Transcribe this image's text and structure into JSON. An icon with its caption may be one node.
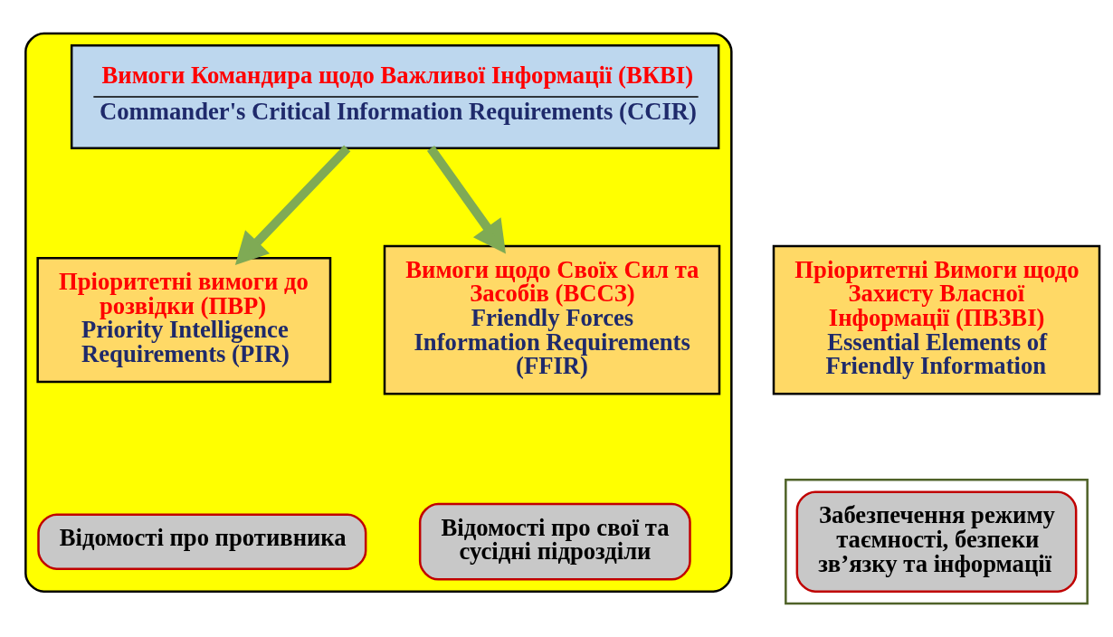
{
  "diagram": {
    "nodes": [
      {
        "text": [],
        "shape": "box"
      },
      {
        "text": [
          "Вимоги Командира щодо Важливої Інформації (ВКВІ)",
          "Commander's Critical Information Requirements (CCIR)"
        ],
        "in": 0
      },
      {
        "text": [
          "Пріоритетні вимоги до розвідки (ПВР)",
          "Priority Intelligence Requirements (PIR)"
        ],
        "in": 0
      },
      {
        "text": [
          "Вимоги щодо Своїх Сил та Засобів (ВССЗ)",
          "Friendly Forces Information Requirements (FFIR)"
        ],
        "in": 0
      },
      {
        "text": [
          "Відомості про противника"
        ],
        "in": 0
      },
      {
        "text": [
          "Відомості про свої та сусідні підрозділи"
        ],
        "in": 0
      },
      {
        "text": [
          "Пріоритетні Вимоги щодо Захисту Власної Інформації (ПВЗВІ)",
          "Essential Elements of Friendly Information"
        ]
      },
      {
        "text": [],
        "shape": "box"
      },
      {
        "text": [
          "Забезпечення режиму таємності, безпеки зв’язку та інформації"
        ],
        "in": 7
      }
    ],
    "edges": [
      {
        "from": 1,
        "to": 2,
        "arrow": "to"
      },
      {
        "from": 1,
        "to": 3,
        "arrow": "to"
      }
    ]
  }
}
